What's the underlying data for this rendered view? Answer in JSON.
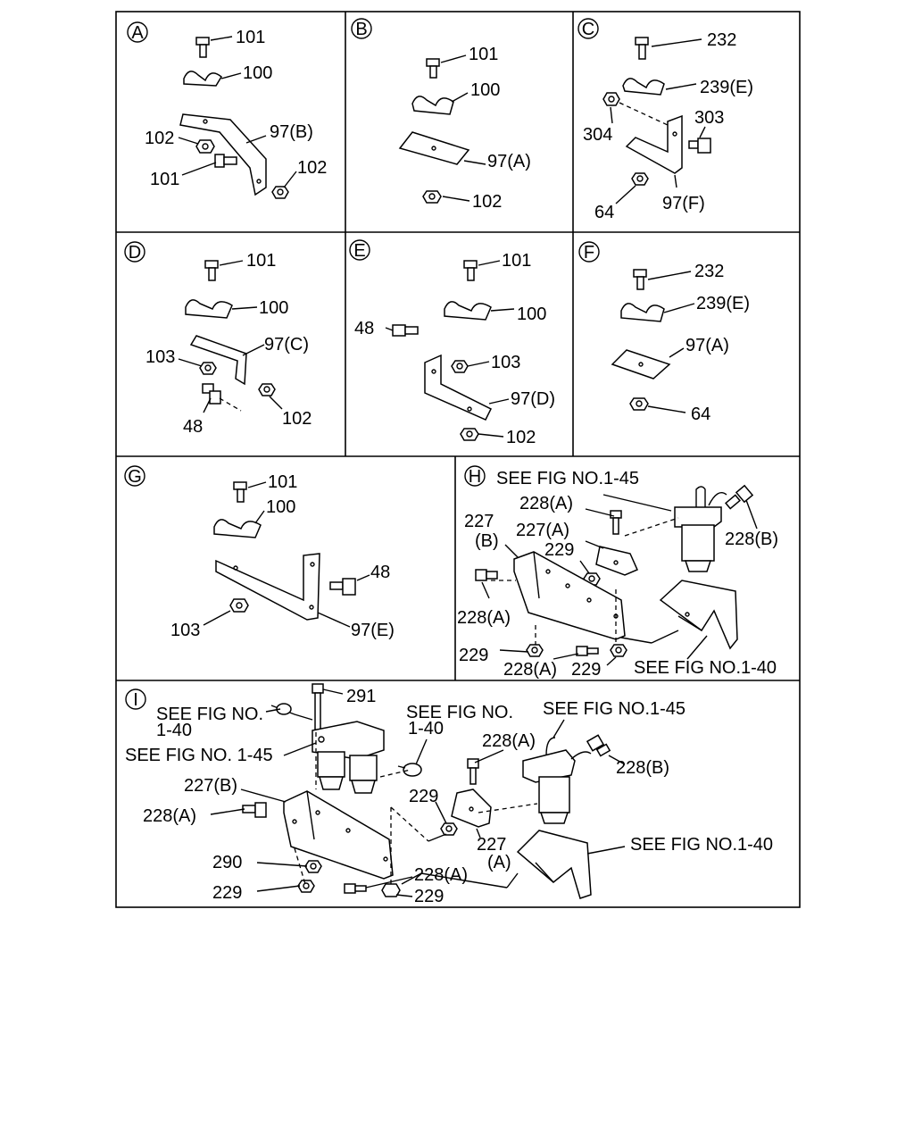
{
  "panels": [
    {
      "letter": "A",
      "callouts": [
        "101",
        "100",
        "102",
        "97(B)",
        "101",
        "102"
      ]
    },
    {
      "letter": "B",
      "callouts": [
        "101",
        "100",
        "97(A)",
        "102"
      ]
    },
    {
      "letter": "C",
      "callouts": [
        "232",
        "239(E)",
        "303",
        "304",
        "64",
        "97(F)"
      ]
    },
    {
      "letter": "D",
      "callouts": [
        "101",
        "100",
        "97(C)",
        "103",
        "48",
        "102"
      ]
    },
    {
      "letter": "E",
      "callouts": [
        "101",
        "100",
        "48",
        "103",
        "97(D)",
        "102"
      ]
    },
    {
      "letter": "F",
      "callouts": [
        "232",
        "239(E)",
        "97(A)",
        "64"
      ]
    },
    {
      "letter": "G",
      "callouts": [
        "101",
        "100",
        "48",
        "103",
        "97(E)"
      ]
    },
    {
      "letter": "H",
      "callouts": [
        "SEE FIG NO.1-45",
        "228(A)",
        "227",
        "(B)",
        "227(A)",
        "229",
        "228(B)",
        "228(A)",
        "229",
        "228(A)",
        "229",
        "SEE FIG NO.1-40"
      ]
    },
    {
      "letter": "I",
      "callouts": [
        "291",
        "SEE FIG NO.",
        "1-40",
        "SEE FIG NO. 1-45",
        "SEE FIG NO.",
        "1-40",
        "SEE FIG NO.1-45",
        "228(A)",
        "228(B)",
        "227(B)",
        "228(A)",
        "229",
        "227",
        "(A)",
        "SEE FIG NO.1-40",
        "290",
        "229",
        "228(A)",
        "229"
      ]
    }
  ]
}
